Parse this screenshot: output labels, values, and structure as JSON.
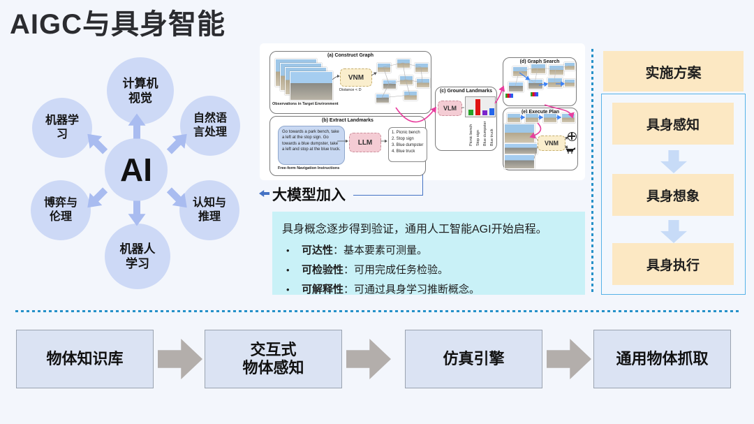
{
  "page": {
    "title": "AIGC与具身智能"
  },
  "hub": {
    "center": "AI",
    "nodes": [
      {
        "label": "计算机\n视觉"
      },
      {
        "label": "自然语\n言处理"
      },
      {
        "label": "认知与\n推理"
      },
      {
        "label": "机器人\n学习"
      },
      {
        "label": "博弈与\n伦理"
      },
      {
        "label": "机器学\n习"
      }
    ]
  },
  "figure": {
    "panels": {
      "a": {
        "label": "(a) Construct Graph",
        "caption": "Observations in Target Environment",
        "module": "VNM",
        "note": "Distance < D"
      },
      "b": {
        "label": "(b) Extract Landmarks",
        "instruction": "Go towards a park bench, take a left at the stop sign. Go towards a blue dumpster, take a left and stop at the blue truck.",
        "caption": "Free-form Navigation Instructions",
        "module": "LLM",
        "landmarks": "1. Picnic bench\n2. Stop sign\n3. Blue dumpster\n4. Blue truck"
      },
      "c": {
        "label": "(c) Ground Landmarks",
        "module": "VLM",
        "bars": [
          {
            "label": "Picnic bench",
            "color": "#27a327",
            "h": 8
          },
          {
            "label": "Stop sign",
            "color": "#e01414",
            "h": 23
          },
          {
            "label": "Blue dumpster",
            "color": "#7a25cc",
            "h": 7
          },
          {
            "label": "Blue truck",
            "color": "#2465ea",
            "h": 10
          }
        ]
      },
      "d": {
        "label": "(d) Graph Search"
      },
      "e": {
        "label": "(e) Execute Plan",
        "module": "VNM"
      }
    }
  },
  "callout": {
    "label": "大模型加入"
  },
  "summary": {
    "intro": "具身概念逐步得到验证，通用人工智能AGI开始启程。",
    "bullets": [
      {
        "term": "可达性",
        "text": "：基本要素可测量。"
      },
      {
        "term": "可检验性",
        "text": "：可用完成任务检验。"
      },
      {
        "term": "可解释性",
        "text": "：可通过具身学习推断概念。"
      }
    ]
  },
  "plan": {
    "title": "实施方案",
    "steps": [
      "具身感知",
      "具身想象",
      "具身执行"
    ]
  },
  "pipeline": {
    "items": [
      "物体知识库",
      "交互式\n物体感知",
      "仿真引擎",
      "通用物体抓取"
    ]
  },
  "colors": {
    "accent_blue": "#4472c4",
    "summary_cyan": "#c9f1f7",
    "plan_cream": "#fce8c3",
    "hub_node_fill": "#cdd9f6",
    "dotted_line_blue": "#2691c9",
    "flow_box_fill": "#dbe3f3",
    "flow_arrow_gray": "#b3aeab",
    "pink_connector": "#e83e9e"
  }
}
